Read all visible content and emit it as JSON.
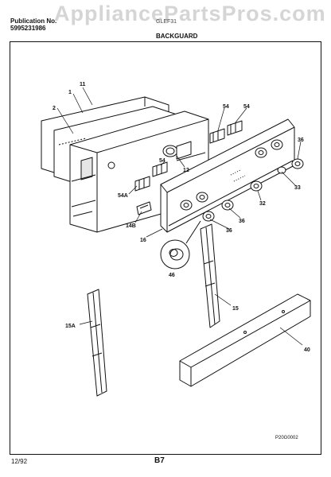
{
  "header": {
    "watermark": "AppliancePartsPros.com",
    "publication_label": "Publication No.",
    "publication_number": "5995231986",
    "model_text": "GLEF31",
    "section_title": "BACKGUARD"
  },
  "callouts": {
    "c11": "11",
    "c1": "1",
    "c2": "2",
    "c54a": "54",
    "c54b": "54",
    "c36a": "36",
    "c12": "12",
    "c54c": "54",
    "c33": "33",
    "c54A": "54A",
    "c32": "32",
    "c36b": "36",
    "c14B": "14B",
    "c36c": "36",
    "c16": "16",
    "c46": "46",
    "c15": "15",
    "c15A": "15A",
    "c40": "40"
  },
  "figure_code": "P20G0002",
  "footer": {
    "date": "12/92",
    "page": "B7"
  }
}
